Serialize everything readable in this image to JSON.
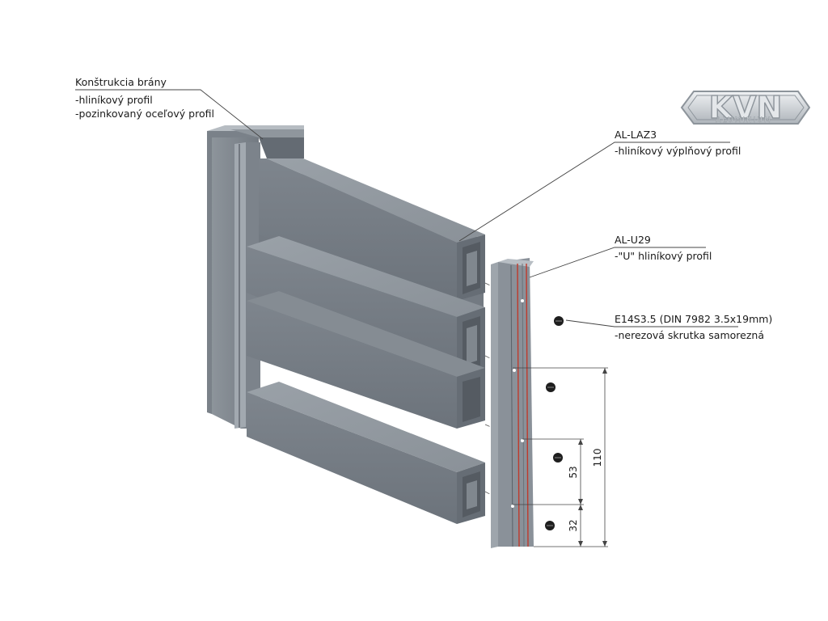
{
  "logo": {
    "text": "KVN",
    "subtext": "ALUMINIUM"
  },
  "labels": {
    "gate_structure": {
      "title": "Konštrukcia brány",
      "line1": "-hliníkový profil",
      "line2": "-pozinkovaný oceľový profil"
    },
    "infill_profile": {
      "title": "AL-LAZ3",
      "line1": "-hliníkový výplňový profil"
    },
    "u_profile": {
      "title": "AL-U29",
      "line1": "-\"U\" hliníkový profil"
    },
    "screw": {
      "title": "E14S3.5 (DIN 7982 3.5x19mm)",
      "line1": "-nerezová skrutka samorezná"
    }
  },
  "dimensions": {
    "d110": "110",
    "d53": "53",
    "d32": "32"
  },
  "colors": {
    "profile_face": "#8a9199",
    "profile_dark": "#6e757d",
    "profile_light": "#a3aab1",
    "accent_red": "#c0392b",
    "leader": "#444444"
  }
}
